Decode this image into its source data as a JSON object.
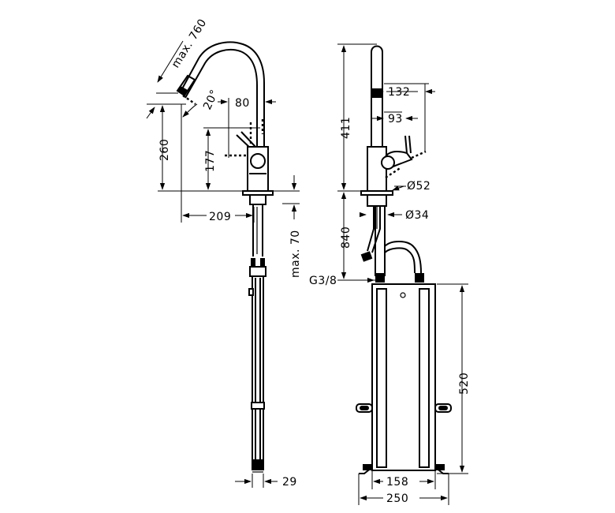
{
  "dimensions": {
    "max_760": "max. 760",
    "angle_20": "20°",
    "d80": "80",
    "d260": "260",
    "d177": "177",
    "d209": "209",
    "max_70": "max. 70",
    "d29": "29",
    "d411": "411",
    "d132": "132",
    "d93": "93",
    "dia52": "Ø52",
    "dia34": "Ø34",
    "d840": "840",
    "g38": "G3/8",
    "d520": "520",
    "d158": "158",
    "d250": "250"
  }
}
